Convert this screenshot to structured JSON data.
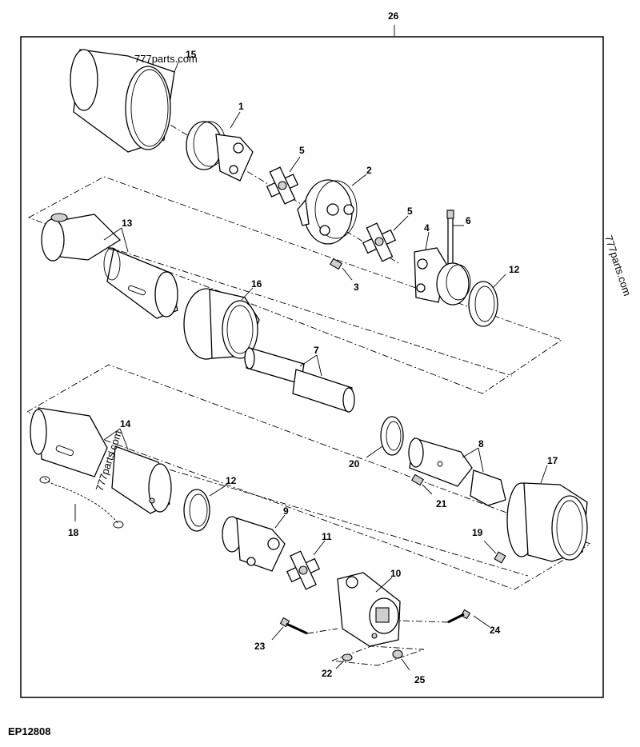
{
  "diagram": {
    "code": "EP12808",
    "watermark_top": "777parts.com",
    "watermark_side": "777parts.com",
    "watermark_mid": "777parts.com",
    "callouts": {
      "c1": "1",
      "c2": "2",
      "c3": "3",
      "c4": "4",
      "c5a": "5",
      "c5b": "5",
      "c6": "6",
      "c7": "7",
      "c8": "8",
      "c9": "9",
      "c10": "10",
      "c11": "11",
      "c12a": "12",
      "c12b": "12",
      "c13": "13",
      "c14": "14",
      "c15": "15",
      "c16": "16",
      "c17": "17",
      "c18": "18",
      "c19": "19",
      "c20": "20",
      "c21": "21",
      "c22": "22",
      "c23": "23",
      "c24": "24",
      "c25": "25",
      "c26": "26"
    }
  }
}
